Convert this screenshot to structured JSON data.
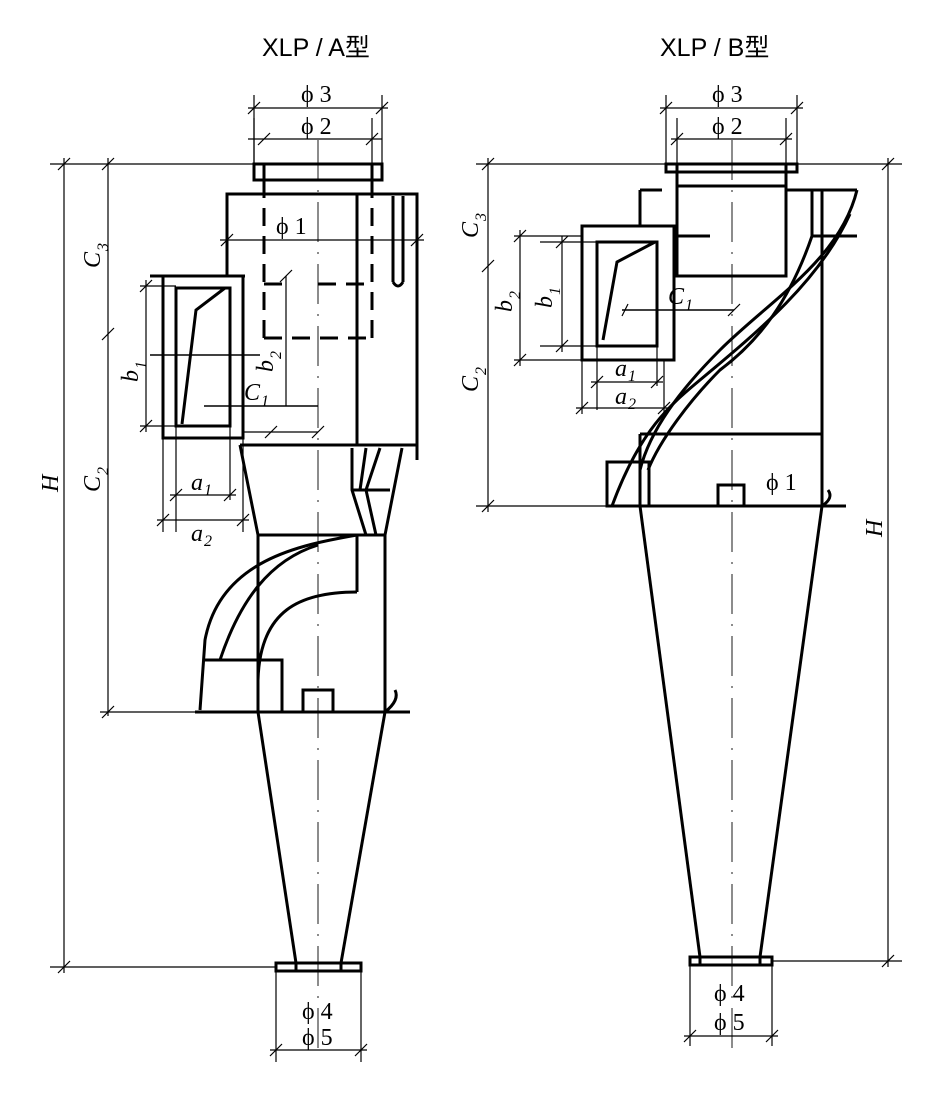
{
  "titles": {
    "a": "XLP / A型",
    "b": "XLP / B型"
  },
  "labels_a": {
    "phi3": "ϕ 3",
    "phi2": "ϕ 2",
    "phi1": "ϕ 1",
    "phi4": "ϕ 4",
    "phi5": "ϕ 5",
    "H": "H",
    "C3": "C",
    "C3_sub": "3",
    "C2": "C",
    "C2_sub": "2",
    "C1": "C",
    "C1_sub": "1",
    "b1": "b",
    "b1_sub": "1",
    "b2": "b",
    "b2_sub": "2",
    "a1": "a",
    "a1_sub": "1",
    "a2": "a",
    "a2_sub": "2"
  },
  "labels_b": {
    "phi3": "ϕ 3",
    "phi2": "ϕ 2",
    "phi1": "ϕ 1",
    "phi4": "ϕ 4",
    "phi5": "ϕ 5",
    "H": "H",
    "C3": "C",
    "C3_sub": "3",
    "C2": "C",
    "C2_sub": "2",
    "C1": "C",
    "C1_sub": "1",
    "b1": "b",
    "b1_sub": "1",
    "b2": "b",
    "b2_sub": "2",
    "a1": "a",
    "a1_sub": "1",
    "a2": "a",
    "a2_sub": "2"
  }
}
